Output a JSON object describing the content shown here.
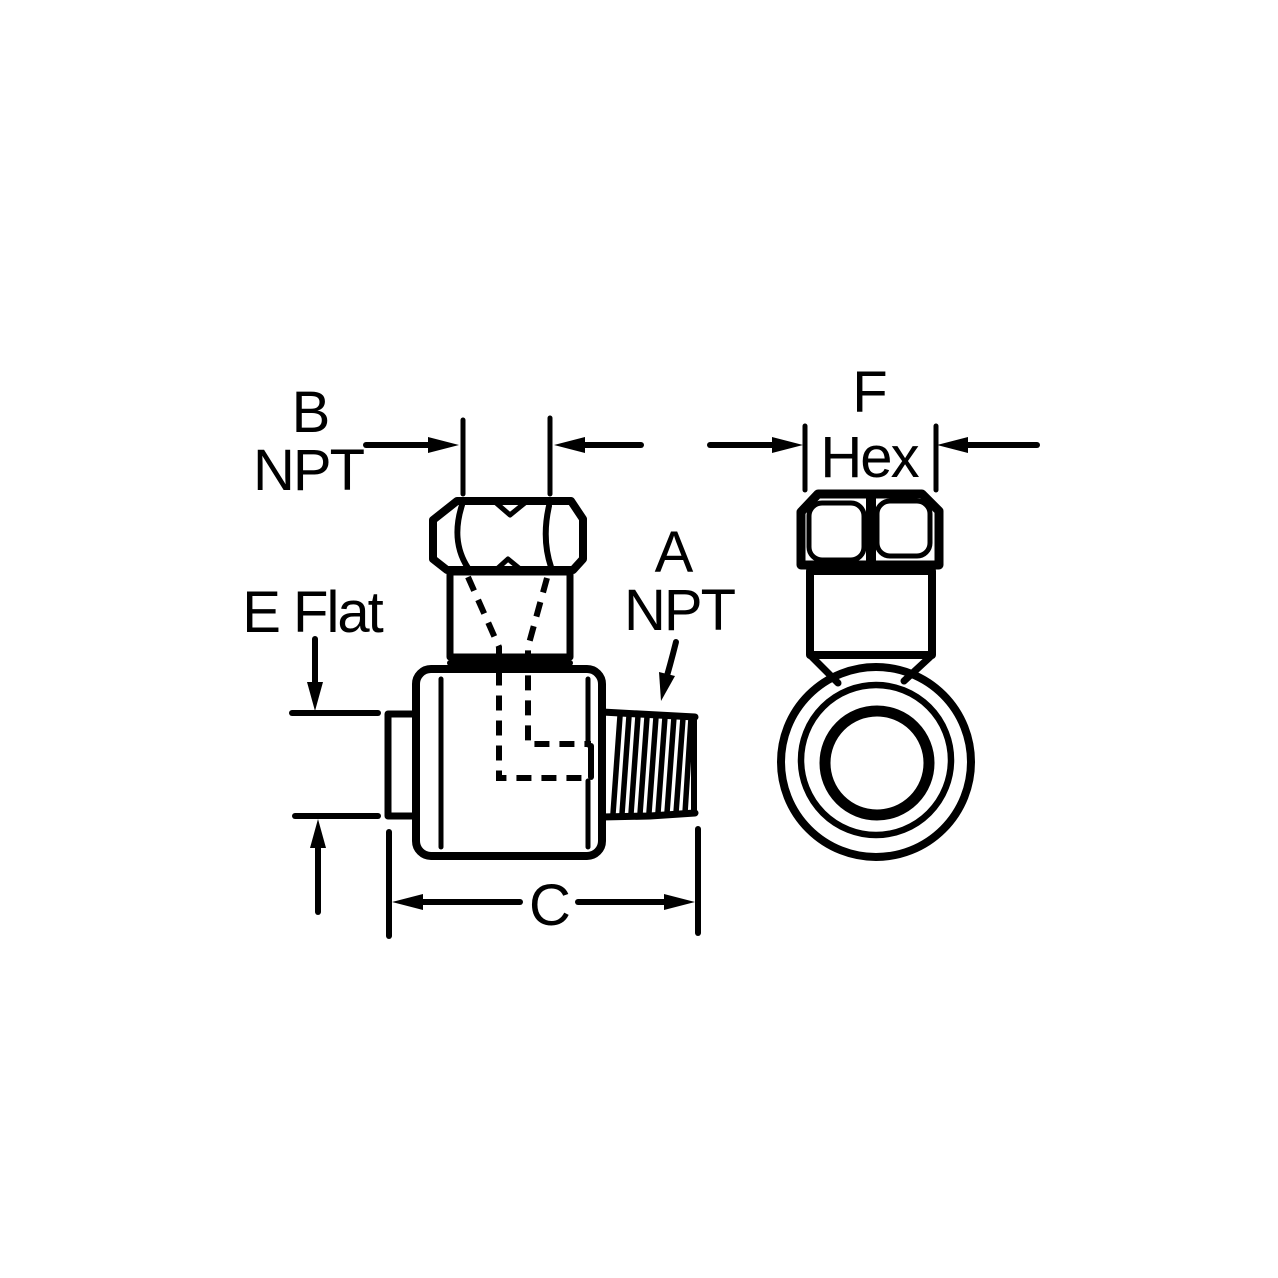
{
  "diagram": {
    "description": "Dimension drawing of a 90-degree swivel pipe fitting, side view and end view",
    "colors": {
      "ink": "#000000",
      "paper": "#ffffff"
    },
    "labels": {
      "dim_b_letter": "B",
      "dim_b_thread": "NPT",
      "dim_e": "E Flat",
      "callout_a_letter": "A",
      "callout_a_thread": "NPT",
      "dim_c": "C",
      "dim_f_letter": "F",
      "dim_f_unit": "Hex"
    }
  }
}
